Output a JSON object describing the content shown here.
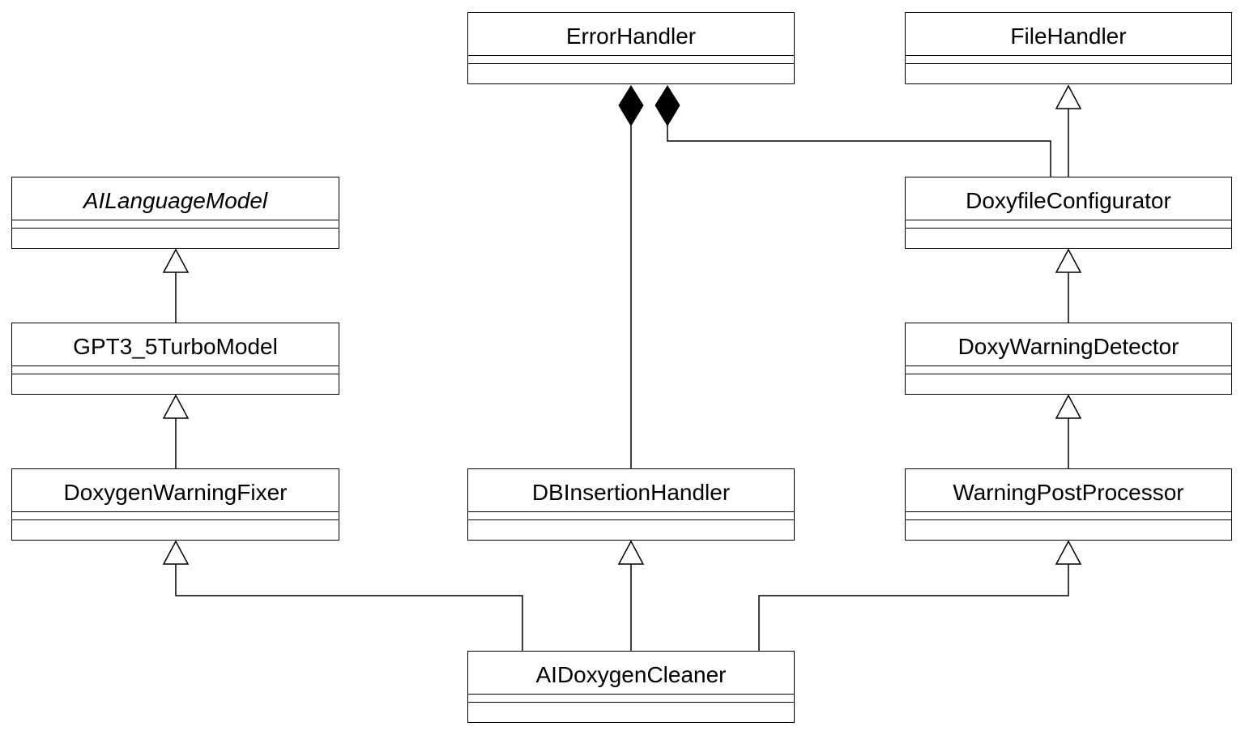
{
  "diagram": {
    "classes": {
      "error_handler": {
        "name": "ErrorHandler",
        "abstract": false
      },
      "file_handler": {
        "name": "FileHandler",
        "abstract": false
      },
      "ai_language_model": {
        "name": "AILanguageModel",
        "abstract": true
      },
      "doxyfile_configurator": {
        "name": "DoxyfileConfigurator",
        "abstract": false
      },
      "gpt3_5_turbo_model": {
        "name": "GPT3_5TurboModel",
        "abstract": false
      },
      "doxy_warning_detector": {
        "name": "DoxyWarningDetector",
        "abstract": false
      },
      "doxygen_warning_fixer": {
        "name": "DoxygenWarningFixer",
        "abstract": false
      },
      "db_insertion_handler": {
        "name": "DBInsertionHandler",
        "abstract": false
      },
      "warning_post_processor": {
        "name": "WarningPostProcessor",
        "abstract": false
      },
      "ai_doxygen_cleaner": {
        "name": "AIDoxygenCleaner",
        "abstract": false
      }
    },
    "relationships": [
      {
        "type": "generalization",
        "from": "GPT3_5TurboModel",
        "to": "AILanguageModel"
      },
      {
        "type": "generalization",
        "from": "DoxygenWarningFixer",
        "to": "GPT3_5TurboModel"
      },
      {
        "type": "generalization",
        "from": "DoxyfileConfigurator",
        "to": "FileHandler"
      },
      {
        "type": "generalization",
        "from": "DoxyWarningDetector",
        "to": "DoxyfileConfigurator"
      },
      {
        "type": "generalization",
        "from": "WarningPostProcessor",
        "to": "DoxyWarningDetector"
      },
      {
        "type": "generalization",
        "from": "AIDoxygenCleaner",
        "to": "DoxygenWarningFixer"
      },
      {
        "type": "generalization",
        "from": "AIDoxygenCleaner",
        "to": "DBInsertionHandler"
      },
      {
        "type": "generalization",
        "from": "AIDoxygenCleaner",
        "to": "WarningPostProcessor"
      },
      {
        "type": "composition",
        "whole": "ErrorHandler",
        "part": "DBInsertionHandler"
      },
      {
        "type": "composition",
        "whole": "ErrorHandler",
        "part": "DoxyfileConfigurator"
      }
    ]
  }
}
